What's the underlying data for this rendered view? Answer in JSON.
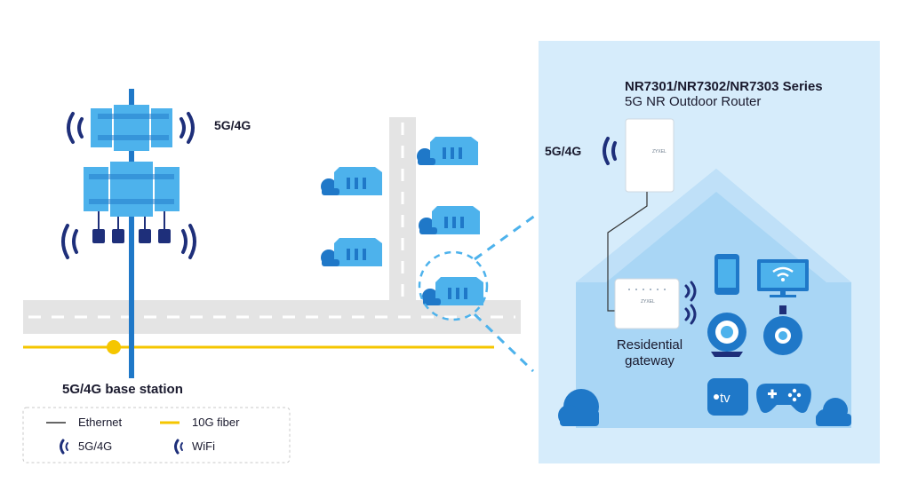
{
  "tower": {
    "label": "5G/4G base station",
    "band_label": "5G/4G"
  },
  "router": {
    "band_label": "5G/4G",
    "title": "NR7301/NR7302/NR7303 Series",
    "subtitle": "5G NR Outdoor Router",
    "brand": "ZYXEL"
  },
  "gateway": {
    "label": "Residential gateway",
    "brand": "ZYXEL"
  },
  "devices": {
    "apple_tv_label": "tv"
  },
  "legend": {
    "ethernet": "Ethernet",
    "fiber": "10G fiber",
    "cellular": "5G/4G",
    "wifi": "WiFi"
  },
  "colors": {
    "blue": "#1f78c8",
    "light_blue": "#4db2ec",
    "panel": "#d6ecfb",
    "house": "#a9d6f5",
    "road": "#e4e4e4",
    "fiber": "#f5c600",
    "navy": "#1e2f7a"
  }
}
